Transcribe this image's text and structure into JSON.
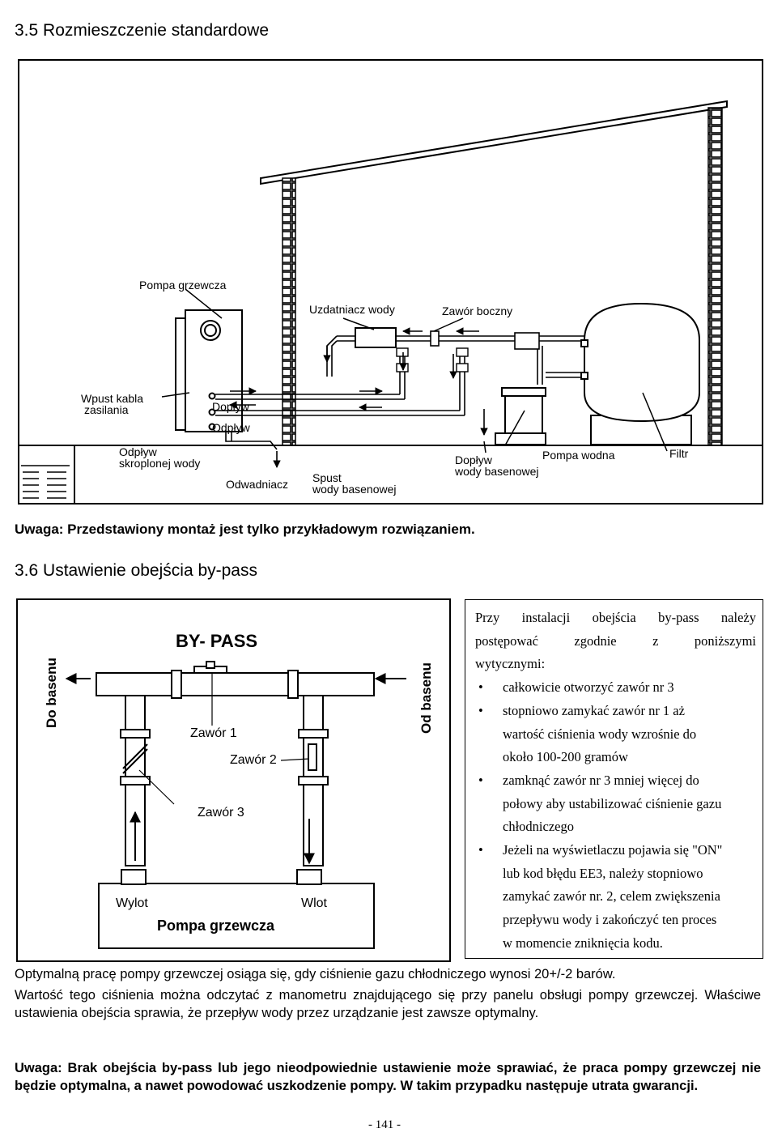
{
  "section35": {
    "title": "3.5 Rozmieszczenie standardowe",
    "labels": {
      "pompa_grzewcza": "Pompa grzewcza",
      "uzdatniacz": "Uzdatniacz wody",
      "zawor_boczny": "Zawór boczny",
      "wpust_1": "Wpust kabla",
      "wpust_2": "zasilania",
      "doplyw": "Dopływ",
      "odplyw": "Odpływ",
      "odplyw_skr_1": "Odpływ",
      "odplyw_skr_2": "skroplonej wody",
      "odwadniacz": "Odwadniacz",
      "spust_1": "Spust",
      "spust_2": "wody basenowej",
      "doplyw_bas_1": "Dopływ",
      "doplyw_bas_2": "wody basenowej",
      "pompa_wodna": "Pompa wodna",
      "filtr": "Filtr"
    },
    "note": "Uwaga: Przedstawiony montaż jest tylko przykładowym rozwiązaniem."
  },
  "section36": {
    "title": "3.6 Ustawienie obejścia by-pass",
    "diagram": {
      "title": "BY- PASS",
      "do_basenu": "Do basenu",
      "od_basenu": "Od basenu",
      "zawor1": "Zawór 1",
      "zawor2": "Zawór 2",
      "zawor3": "Zawór 3",
      "wylot": "Wylot",
      "wlot": "Wlot",
      "pompa": "Pompa grzewcza"
    },
    "instructions": {
      "intro_1": "Przy instalacji obejścia by-pass należy",
      "intro_2": "postępować zgodnie z poniższymi",
      "intro_3": "wytycznymi:",
      "b1": "całkowicie otworzyć zawór nr 3",
      "b2_1": "stopniowo zamykać zawór nr 1 aż",
      "b2_2": "wartość ciśnienia wody wzrośnie do",
      "b2_3": "około 100-200 gramów",
      "b3_1": "zamknąć zawór nr 3 mniej więcej do",
      "b3_2": "połowy aby ustabilizować ciśnienie gazu",
      "b3_3": "chłodniczego",
      "b4_1": "Jeżeli na wyświetlaczu pojawia się \"ON\"",
      "b4_2": "lub kod błędu EE3, należy stopniowo",
      "b4_3": "zamykać zawór nr. 2, celem zwiększenia",
      "b4_4": "przepływu wody i zakończyć ten proces",
      "b4_5": "w momencie zniknięcia kodu."
    },
    "para1": "Optymalną pracę pompy grzewczej osiąga się, gdy ciśnienie gazu chłodniczego wynosi 20+/-2 barów.",
    "para2": "Wartość tego ciśnienia można odczytać z manometru znajdującego się przy panelu obsługi pompy grzewczej. Właściwe ustawienia obejścia sprawia, że przepływ wody przez urządzanie jest zawsze optymalny.",
    "warning": "Uwaga: Brak obejścia by-pass lub jego nieodpowiednie ustawienie może sprawiać, że praca pompy grzewczej nie będzie optymalna, a nawet powodować uszkodzenie pompy. W takim przypadku następuje utrata gwarancji."
  },
  "page_number": "- 141 -"
}
